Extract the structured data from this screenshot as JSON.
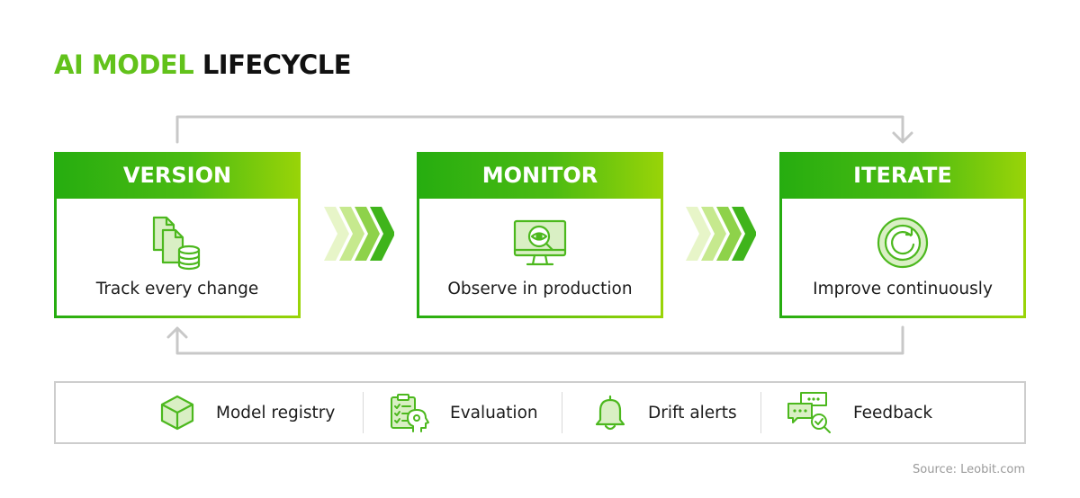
{
  "title": {
    "accent": "AI MODEL",
    "rest": "LIFECYCLE"
  },
  "stages": [
    {
      "name": "VERSION",
      "caption": "Track every change",
      "icon": "documents-database-icon"
    },
    {
      "name": "MONITOR",
      "caption": "Observe in production",
      "icon": "monitor-eye-icon"
    },
    {
      "name": "ITERATE",
      "caption": "Improve continuously",
      "icon": "refresh-cycle-icon"
    }
  ],
  "legend": [
    {
      "label": "Model registry",
      "icon": "cube-icon"
    },
    {
      "label": "Evaluation",
      "icon": "clipboard-ai-icon"
    },
    {
      "label": "Drift alerts",
      "icon": "bell-icon"
    },
    {
      "label": "Feedback",
      "icon": "chat-bubbles-check-icon"
    }
  ],
  "colors": {
    "green_dark": "#26ad10",
    "green_light": "#99d408",
    "accent": "#62c21b",
    "line": "#c8c8c8"
  },
  "source": "Source: Leobit.com"
}
